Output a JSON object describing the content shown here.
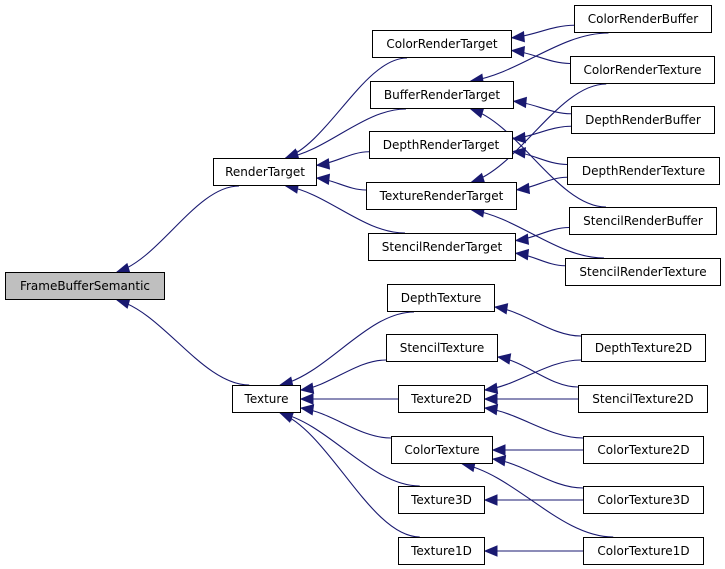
{
  "diagram": {
    "type": "class-inheritance-graph",
    "edge_color": "#191970",
    "root_fill": "#bfbfbf",
    "nodes": [
      {
        "id": "FrameBufferSemantic",
        "label": "FrameBufferSemantic",
        "root": true
      },
      {
        "id": "RenderTarget",
        "label": "RenderTarget"
      },
      {
        "id": "Texture",
        "label": "Texture"
      },
      {
        "id": "ColorRenderTarget",
        "label": "ColorRenderTarget"
      },
      {
        "id": "BufferRenderTarget",
        "label": "BufferRenderTarget"
      },
      {
        "id": "DepthRenderTarget",
        "label": "DepthRenderTarget"
      },
      {
        "id": "TextureRenderTarget",
        "label": "TextureRenderTarget"
      },
      {
        "id": "StencilRenderTarget",
        "label": "StencilRenderTarget"
      },
      {
        "id": "ColorRenderBuffer",
        "label": "ColorRenderBuffer"
      },
      {
        "id": "ColorRenderTexture",
        "label": "ColorRenderTexture"
      },
      {
        "id": "DepthRenderBuffer",
        "label": "DepthRenderBuffer"
      },
      {
        "id": "DepthRenderTexture",
        "label": "DepthRenderTexture"
      },
      {
        "id": "StencilRenderBuffer",
        "label": "StencilRenderBuffer"
      },
      {
        "id": "StencilRenderTexture",
        "label": "StencilRenderTexture"
      },
      {
        "id": "DepthTexture",
        "label": "DepthTexture"
      },
      {
        "id": "StencilTexture",
        "label": "StencilTexture"
      },
      {
        "id": "Texture2D",
        "label": "Texture2D"
      },
      {
        "id": "ColorTexture",
        "label": "ColorTexture"
      },
      {
        "id": "Texture3D",
        "label": "Texture3D"
      },
      {
        "id": "Texture1D",
        "label": "Texture1D"
      },
      {
        "id": "DepthTexture2D",
        "label": "DepthTexture2D"
      },
      {
        "id": "StencilTexture2D",
        "label": "StencilTexture2D"
      },
      {
        "id": "ColorTexture2D",
        "label": "ColorTexture2D"
      },
      {
        "id": "ColorTexture3D",
        "label": "ColorTexture3D"
      },
      {
        "id": "ColorTexture1D",
        "label": "ColorTexture1D"
      }
    ],
    "edges": [
      {
        "from": "RenderTarget",
        "to": "FrameBufferSemantic"
      },
      {
        "from": "Texture",
        "to": "FrameBufferSemantic"
      },
      {
        "from": "ColorRenderTarget",
        "to": "RenderTarget"
      },
      {
        "from": "BufferRenderTarget",
        "to": "RenderTarget"
      },
      {
        "from": "DepthRenderTarget",
        "to": "RenderTarget"
      },
      {
        "from": "TextureRenderTarget",
        "to": "RenderTarget"
      },
      {
        "from": "StencilRenderTarget",
        "to": "RenderTarget"
      },
      {
        "from": "ColorRenderBuffer",
        "to": "ColorRenderTarget"
      },
      {
        "from": "ColorRenderTexture",
        "to": "ColorRenderTarget"
      },
      {
        "from": "ColorRenderBuffer",
        "to": "BufferRenderTarget"
      },
      {
        "from": "DepthRenderBuffer",
        "to": "BufferRenderTarget"
      },
      {
        "from": "StencilRenderBuffer",
        "to": "BufferRenderTarget"
      },
      {
        "from": "DepthRenderBuffer",
        "to": "DepthRenderTarget"
      },
      {
        "from": "DepthRenderTexture",
        "to": "DepthRenderTarget"
      },
      {
        "from": "ColorRenderTexture",
        "to": "TextureRenderTarget"
      },
      {
        "from": "DepthRenderTexture",
        "to": "TextureRenderTarget"
      },
      {
        "from": "StencilRenderTexture",
        "to": "TextureRenderTarget"
      },
      {
        "from": "StencilRenderBuffer",
        "to": "StencilRenderTarget"
      },
      {
        "from": "StencilRenderTexture",
        "to": "StencilRenderTarget"
      },
      {
        "from": "DepthTexture",
        "to": "Texture"
      },
      {
        "from": "StencilTexture",
        "to": "Texture"
      },
      {
        "from": "Texture2D",
        "to": "Texture"
      },
      {
        "from": "ColorTexture",
        "to": "Texture"
      },
      {
        "from": "Texture3D",
        "to": "Texture"
      },
      {
        "from": "Texture1D",
        "to": "Texture"
      },
      {
        "from": "DepthTexture2D",
        "to": "DepthTexture"
      },
      {
        "from": "StencilTexture2D",
        "to": "StencilTexture"
      },
      {
        "from": "DepthTexture2D",
        "to": "Texture2D"
      },
      {
        "from": "StencilTexture2D",
        "to": "Texture2D"
      },
      {
        "from": "ColorTexture2D",
        "to": "Texture2D"
      },
      {
        "from": "ColorTexture2D",
        "to": "ColorTexture"
      },
      {
        "from": "ColorTexture3D",
        "to": "ColorTexture"
      },
      {
        "from": "ColorTexture1D",
        "to": "ColorTexture"
      },
      {
        "from": "ColorTexture3D",
        "to": "Texture3D"
      },
      {
        "from": "ColorTexture1D",
        "to": "Texture1D"
      }
    ]
  }
}
